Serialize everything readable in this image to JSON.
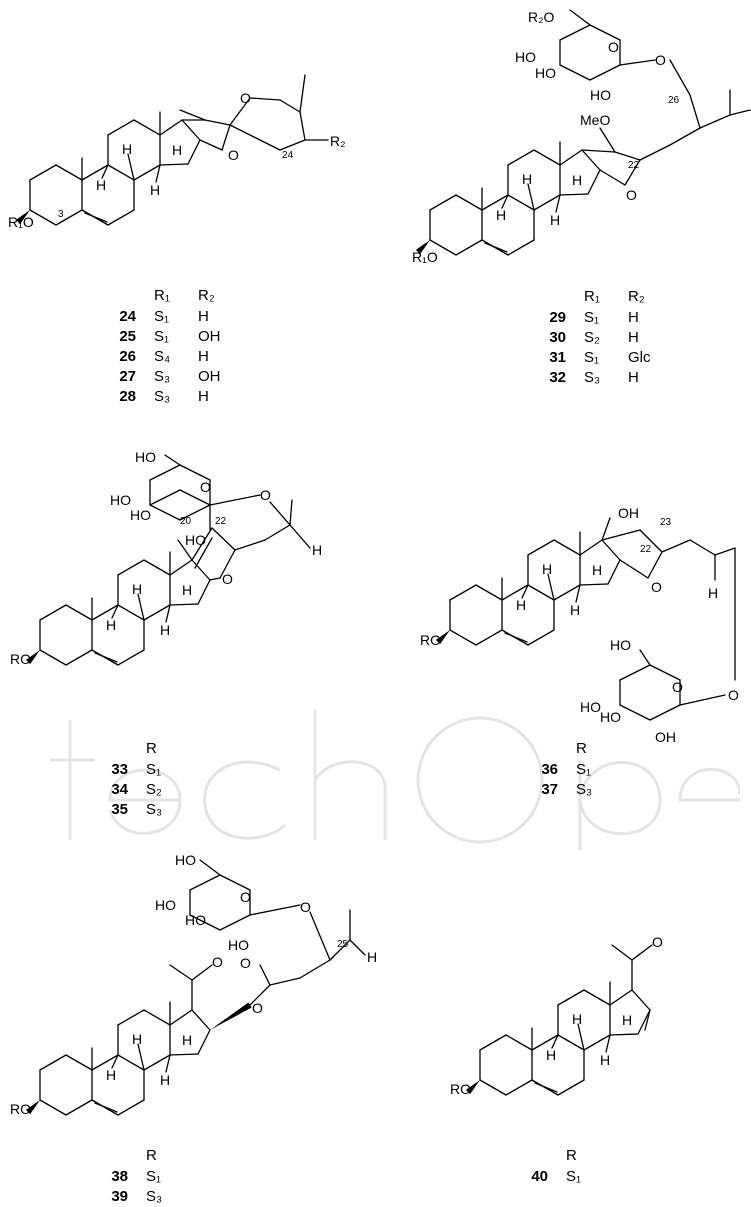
{
  "labels": {
    "R1O": "R₁O",
    "RO": "RO",
    "R2O": "R₂O",
    "R2": "R₂",
    "O": "O",
    "H": "H",
    "HO": "HO",
    "OH": "OH",
    "MeO": "MeO",
    "n3": "3",
    "n24": "24",
    "n26": "26",
    "n22": "22",
    "n20": "20",
    "n23": "23",
    "n25": "25"
  },
  "tables": [
    {
      "id": "t1",
      "header": [
        "R₁",
        "R₂"
      ],
      "rows": [
        {
          "num": "24",
          "c1": "S₁",
          "c2": "H"
        },
        {
          "num": "25",
          "c1": "S₁",
          "c2": "OH"
        },
        {
          "num": "26",
          "c1": "S₄",
          "c2": "H"
        },
        {
          "num": "27",
          "c1": "S₃",
          "c2": "OH"
        },
        {
          "num": "28",
          "c1": "S₃",
          "c2": "H"
        }
      ]
    },
    {
      "id": "t2",
      "header": [
        "R₁",
        "R₂"
      ],
      "rows": [
        {
          "num": "29",
          "c1": "S₁",
          "c2": "H"
        },
        {
          "num": "30",
          "c1": "S₂",
          "c2": "H"
        },
        {
          "num": "31",
          "c1": "S₁",
          "c2": "Glc"
        },
        {
          "num": "32",
          "c1": "S₃",
          "c2": "H"
        }
      ]
    },
    {
      "id": "t3",
      "header": [
        "R"
      ],
      "rows": [
        {
          "num": "33",
          "c1": "S₁"
        },
        {
          "num": "34",
          "c1": "S₂"
        },
        {
          "num": "35",
          "c1": "S₃"
        }
      ]
    },
    {
      "id": "t4",
      "header": [
        "R"
      ],
      "rows": [
        {
          "num": "36",
          "c1": "S₁"
        },
        {
          "num": "37",
          "c1": "S₃"
        }
      ]
    },
    {
      "id": "t5",
      "header": [
        "R"
      ],
      "rows": [
        {
          "num": "38",
          "c1": "S₁"
        },
        {
          "num": "39",
          "c1": "S₃"
        }
      ]
    },
    {
      "id": "t6",
      "header": [
        "R"
      ],
      "rows": [
        {
          "num": "40",
          "c1": "S₁"
        }
      ]
    }
  ]
}
